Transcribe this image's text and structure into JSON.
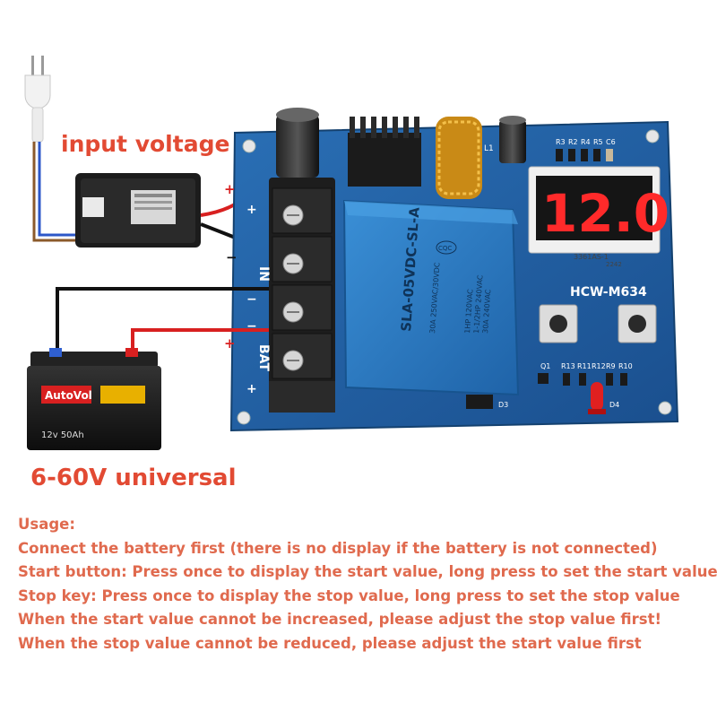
{
  "labels": {
    "input_voltage": "input voltage",
    "universal": "6-60V universal"
  },
  "board": {
    "model": "HCW-M634",
    "display_value": "12.0",
    "display_code": "3361AS-1",
    "display_code2": "2242",
    "relay_model": "SLA-05VDC-SL-A",
    "relay_specs": [
      "30A 250VAC/30VDC",
      "1HP 120VAC",
      "1-1/2HP 240VAC",
      "30A 240VAC"
    ],
    "relay_cert": "CQC",
    "terminal_in": "IN",
    "terminal_bat": "BAT",
    "plus": "+",
    "minus": "−",
    "component_labels": [
      "R3",
      "R2",
      "R4",
      "R5",
      "C6",
      "Q1",
      "R13",
      "R11",
      "R12",
      "R9",
      "R10",
      "D4",
      "D3",
      "L1"
    ]
  },
  "battery": {
    "brand": "AutoVol",
    "spec": "12v 50Ah"
  },
  "usage": {
    "title": "Usage:",
    "lines": [
      "Connect the battery first (there is no display if the battery is not connected)",
      "Start button: Press once to display the start value, long press to set the start value",
      "Stop key: Press once to display the stop value, long press to set the stop value",
      "When the start value cannot be increased, please adjust the stop value first!",
      "When the stop value cannot be reduced, please adjust the start value first"
    ]
  },
  "colors": {
    "label_red": "#e24a33",
    "usage_text": "#e06a4e",
    "board_blue": "#1f5fa3",
    "relay_blue": "#2d7cc4",
    "display_red": "#ff2a2a",
    "wire_red": "#d82020"
  }
}
